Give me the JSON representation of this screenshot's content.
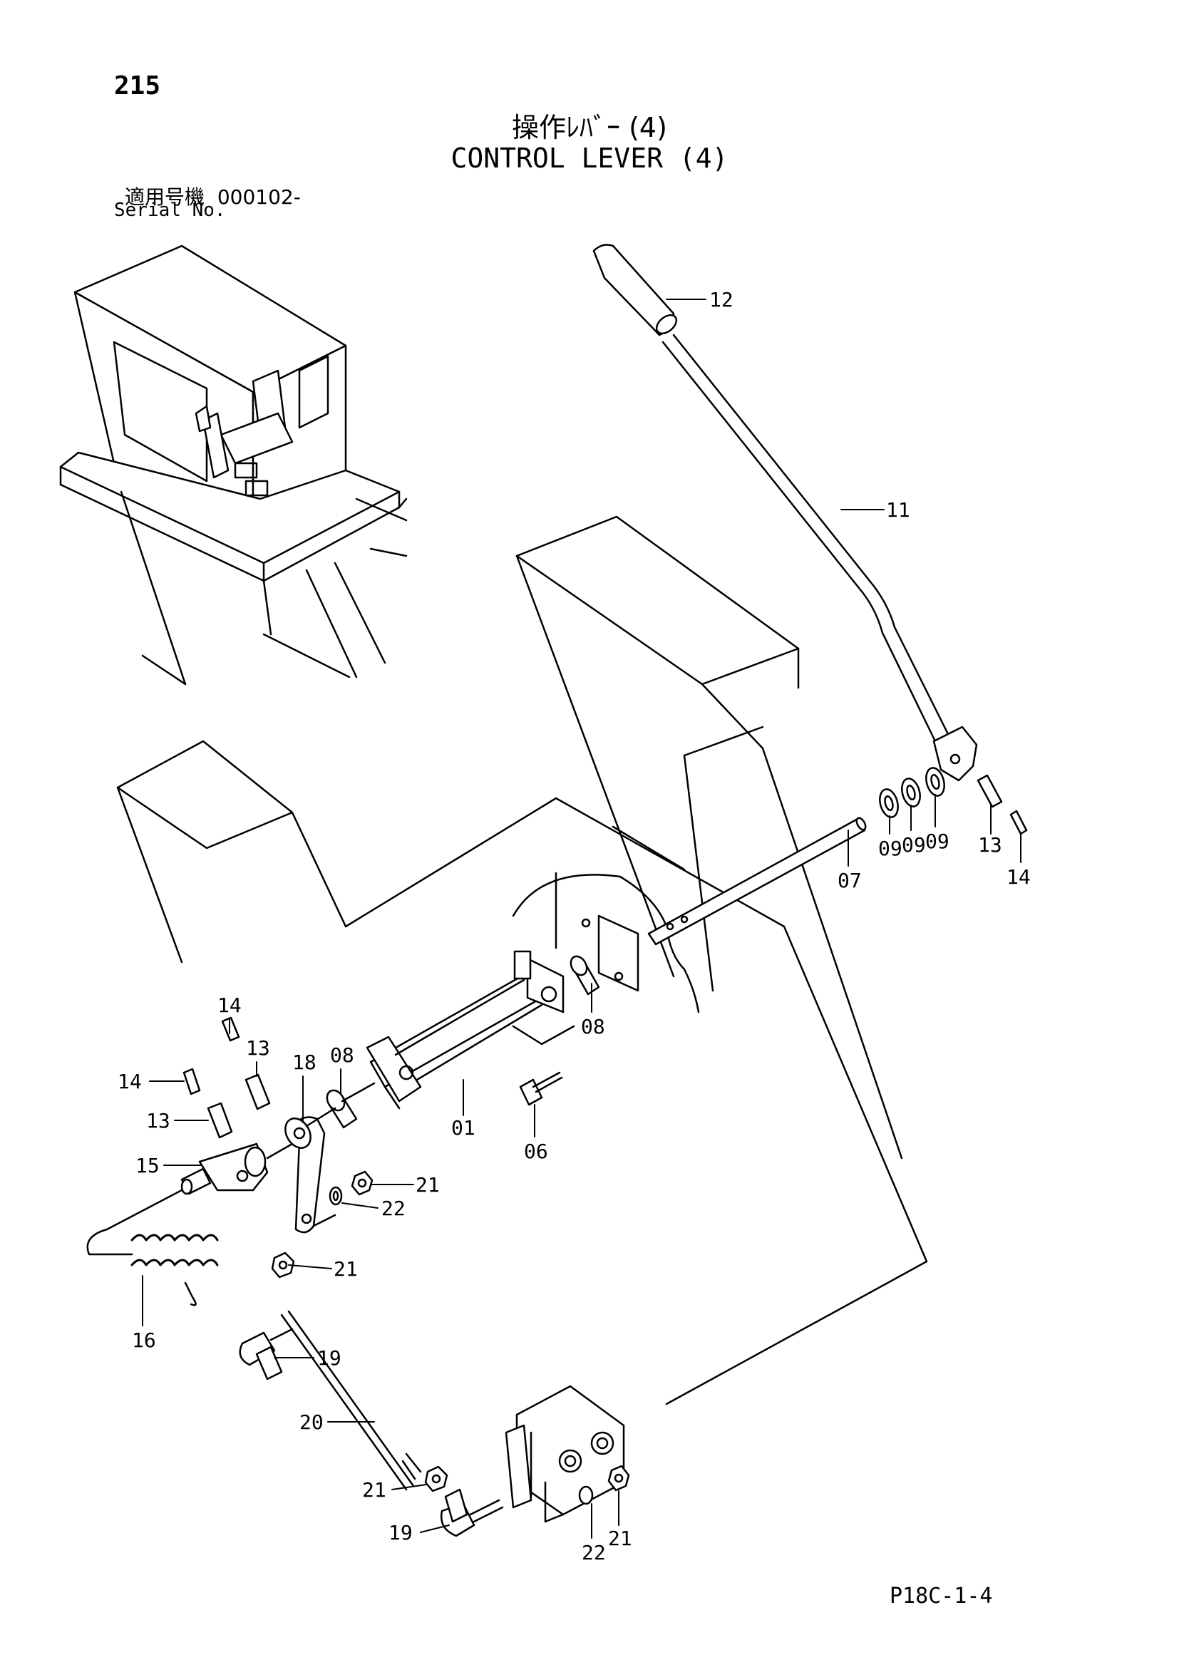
{
  "page": {
    "number": "215",
    "title_jp": "操作ﾚﾊﾞｰ (4)",
    "title_en": "CONTROL LEVER (4)",
    "serial_label_jp": "適用号機",
    "serial_value": "000102-",
    "serial_label_en": "Serial No.",
    "drawing_code": "P18C-1-4"
  },
  "callouts": [
    {
      "id": "c12a",
      "label": "12"
    },
    {
      "id": "c11",
      "label": "11"
    },
    {
      "id": "c09a",
      "label": "09"
    },
    {
      "id": "c09b",
      "label": "09"
    },
    {
      "id": "c09c",
      "label": "09"
    },
    {
      "id": "c13a",
      "label": "13"
    },
    {
      "id": "c14a",
      "label": "14"
    },
    {
      "id": "c07",
      "label": "07"
    },
    {
      "id": "c08a",
      "label": "08"
    },
    {
      "id": "c14b",
      "label": "14"
    },
    {
      "id": "c13b",
      "label": "13"
    },
    {
      "id": "c18",
      "label": "18"
    },
    {
      "id": "c08b",
      "label": "08"
    },
    {
      "id": "c14c",
      "label": "14"
    },
    {
      "id": "c13c",
      "label": "13"
    },
    {
      "id": "c15",
      "label": "15"
    },
    {
      "id": "c01",
      "label": "01"
    },
    {
      "id": "c06",
      "label": "06"
    },
    {
      "id": "c21a",
      "label": "21"
    },
    {
      "id": "c22a",
      "label": "22"
    },
    {
      "id": "c19a",
      "label": "19"
    },
    {
      "id": "c21b",
      "label": "21"
    },
    {
      "id": "c16",
      "label": "16"
    },
    {
      "id": "c20",
      "label": "20"
    },
    {
      "id": "c21c",
      "label": "21"
    },
    {
      "id": "c19b",
      "label": "19"
    },
    {
      "id": "c22b",
      "label": "22"
    },
    {
      "id": "c21d",
      "label": "21"
    }
  ]
}
